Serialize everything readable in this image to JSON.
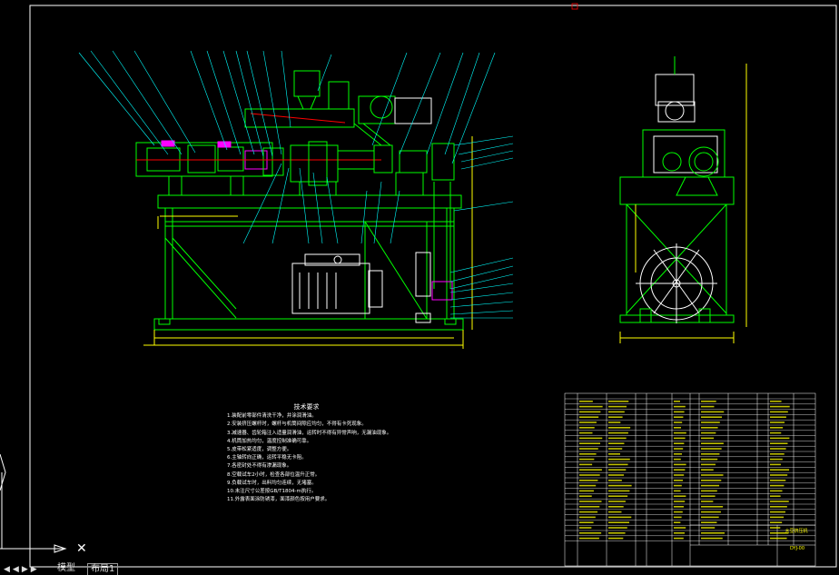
{
  "app": {
    "tabs": [
      {
        "label": "模型"
      },
      {
        "label": "布局1"
      }
    ]
  },
  "technical_requirements": {
    "title": "技术要求",
    "lines": [
      "1.装配前零部件清洗干净，并涂润滑油。",
      "2.安装挤压螺杆时，螺杆与机筒间隙应均匀，不得有卡死现象。",
      "3.减速器、齿轮箱注入适量润滑油，运转时不得有异常声响，无漏油现象。",
      "4.机筒加热均匀，温度控制准确可靠。",
      "5.皮带松紧适度，调整方便。",
      "6.主轴转向正确，运转平稳无卡阻。",
      "7.各密封处不得有渗漏现象。",
      "8.空载试车2小时，检查各部位温升正常。",
      "9.负载试车时，出料均匀连续，无堵塞。",
      "10.未注尺寸公差按GB/T1804-m执行。",
      "11.外露表面涂防锈漆，面漆颜色按用户要求。"
    ]
  },
  "title_block": {
    "name": "大豆挤压机",
    "drawing_no": "DYJ-00"
  },
  "colors": {
    "background": "#000000",
    "outline": "#00ff00",
    "leader": "#00ffff",
    "dimension": "#ffff00",
    "motor": "#ffffff",
    "highlight": "#ff00ff",
    "red": "#ff0000"
  }
}
